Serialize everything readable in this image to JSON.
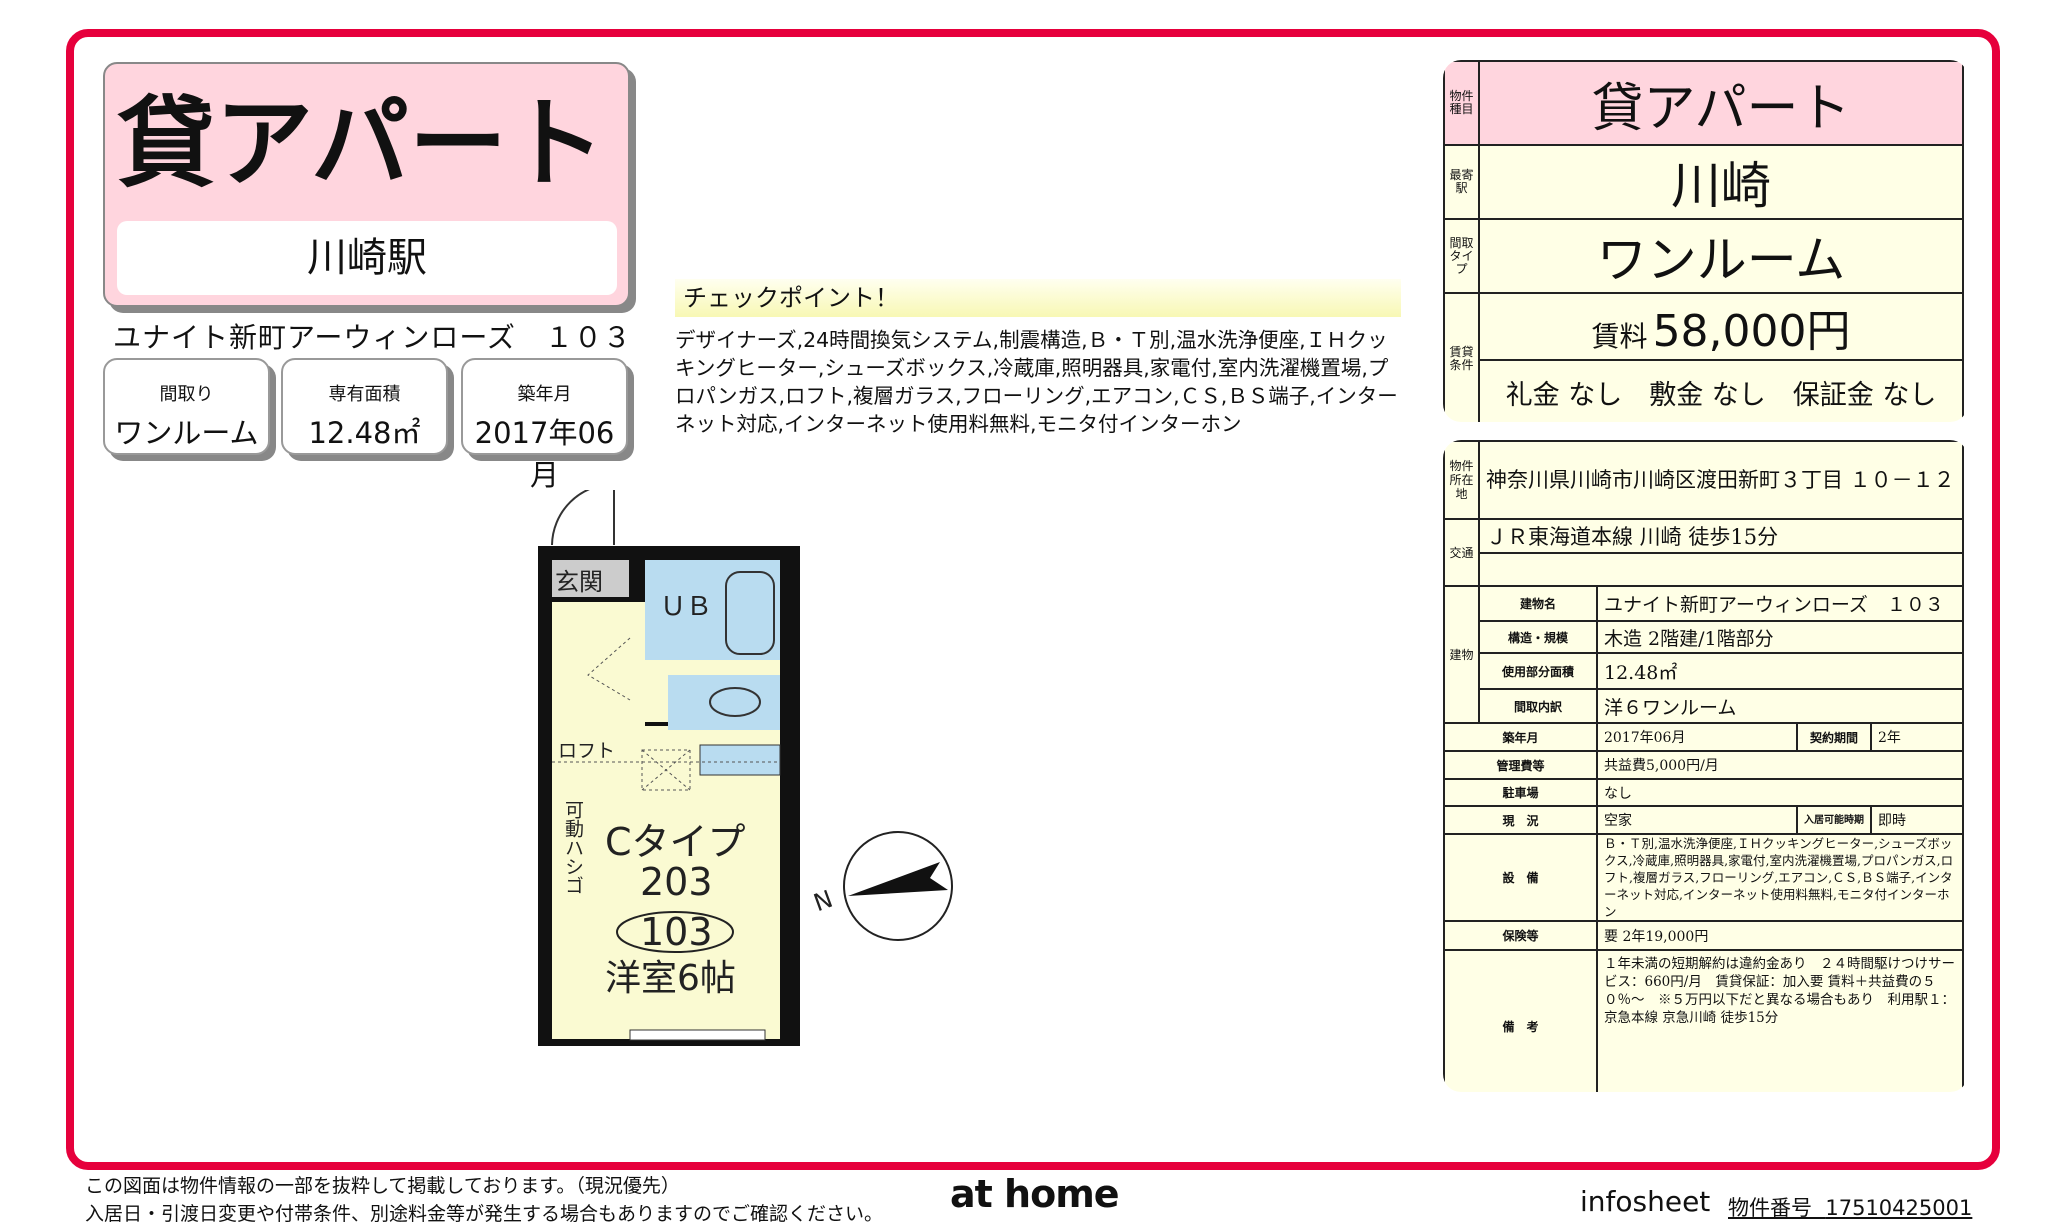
{
  "header": {
    "property_type": "貸アパート",
    "station": "川崎駅",
    "building_name": "ユナイト新町アーウィンローズ　１０３"
  },
  "cards": [
    {
      "label": "間取り",
      "value": "ワンルーム"
    },
    {
      "label": "専有面積",
      "value": "12.48㎡"
    },
    {
      "label": "築年月",
      "value": "2017年06月"
    }
  ],
  "checkpoint": {
    "title": "チェックポイント！",
    "text": "デザイナーズ,24時間換気システム,制震構造,Ｂ・Ｔ別,温水洗浄便座,ＩＨクッキングヒーター,シューズボックス,冷蔵庫,照明器具,家電付,室内洗濯機置場,プロパンガス,ロフト,複層ガラス,フローリング,エアコン,ＣＳ,ＢＳ端子,インターネット対応,インターネット使用料無料,モニタ付インターホン"
  },
  "floorplan": {
    "genkan": "玄関",
    "ub": "ＵＢ",
    "loft": "ロフト",
    "ladder": "可動ハシゴ",
    "type": "Cタイプ",
    "room_a": "203",
    "room_b": "103",
    "room": "洋室6帖",
    "north": "N"
  },
  "summary": {
    "type_label": "物件種目",
    "type": "貸アパート",
    "station_label": "最寄駅",
    "station": "川崎",
    "layout_label": "間取タイプ",
    "layout": "ワンルーム",
    "terms_label": "賃貸条件",
    "rent_label": "賃料",
    "rent": "58,000円",
    "fees": "礼金 なし　敷金 なし　保証金 なし"
  },
  "details": {
    "address_label": "物件所在地",
    "address": "神奈川県川崎市川崎区渡田新町３丁目 １０－１２",
    "traffic_label": "交通",
    "traffic": "ＪＲ東海道本線 川崎 徒歩15分",
    "traffic2": "",
    "building_label": "建物",
    "rows": [
      {
        "label": "建物名",
        "value": "ユナイト新町アーウィンローズ　１０３"
      },
      {
        "label": "構造・規模",
        "value": "木造 2階建/1階部分"
      },
      {
        "label": "使用部分面積",
        "value": "12.48㎡"
      },
      {
        "label": "間取内訳",
        "value": "洋６ワンルーム"
      }
    ],
    "built_label": "築年月",
    "built": "2017年06月",
    "contract_label": "契約期間",
    "contract": "2年",
    "mgmt_label": "管理費等",
    "mgmt": "共益費5,000円/月",
    "parking_label": "駐車場",
    "parking": "なし",
    "status_label": "現　況",
    "status": "空家",
    "movein_label": "入居可能時期",
    "movein": "即時",
    "equip_label": "設　備",
    "equip": "Ｂ・Ｔ別,温水洗浄便座,ＩＨクッキングヒーター,シューズボックス,冷蔵庫,照明器具,家電付,室内洗濯機置場,プロパンガス,ロフト,複層ガラス,フローリング,エアコン,ＣＳ,ＢＳ端子,インターネット対応,インターネット使用料無料,モニタ付インターホン",
    "insurance_label": "保険等",
    "insurance": "要 2年19,000円",
    "notes_label": "備　考",
    "notes": "１年未満の短期解約は違約金あり　２４時間駆けつけサービス：660円/月　賃貸保証：加入要 賃料＋共益費の５０％～　※５万円以下だと異なる場合もあり　利用駅１：京急本線 京急川崎 徒歩15分"
  },
  "footer": {
    "line1": "この図面は物件情報の一部を抜粋して掲載しております。（現況優先）",
    "line2": "入居日・引渡日変更や付帯条件、別途料金等が発生する場合もありますのでご確認ください。",
    "logo": "at home",
    "infosheet": "infosheet",
    "number_label": "物件番号",
    "number": "17510425001"
  },
  "colors": {
    "frame": "#e6003c",
    "pink": "#ffd5de",
    "cream": "#ffffe6",
    "plan_floor": "#fafad2",
    "plan_wet": "#b9dcf0"
  }
}
